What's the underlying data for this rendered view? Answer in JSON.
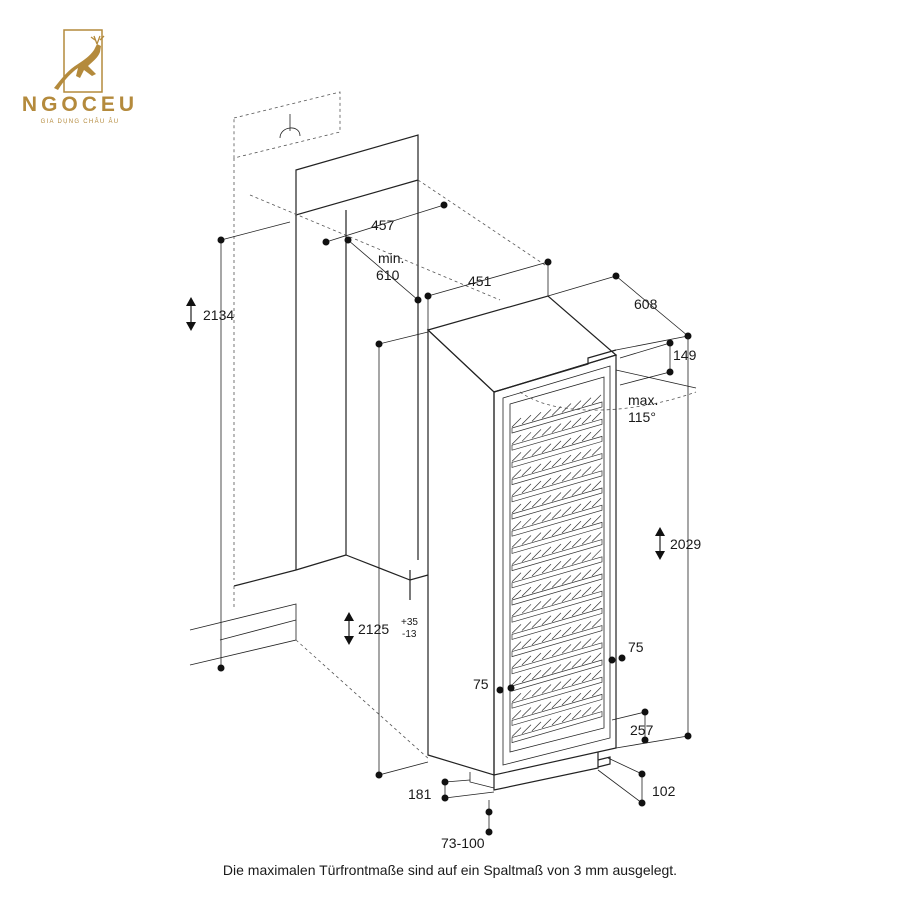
{
  "logo": {
    "name": "NGOCEU",
    "tagline": "GIA DỤNG CHÂU ÂU",
    "color": "#b48a3c"
  },
  "dimensions": {
    "niche_height": "2134",
    "duct_width": "457",
    "min_label": "min.",
    "min_value": "610",
    "cabinet_width": "451",
    "cabinet_depth": "608",
    "top_offset": "149",
    "door_angle_label": "max.",
    "door_angle_value": "115°",
    "cabinet_height": "2029",
    "door_height": "2125",
    "door_tol_plus": "+35",
    "door_tol_minus": "-13",
    "hinge_right": "75",
    "hinge_left": "75",
    "plinth_depth": "257",
    "foot_depth": "102",
    "plinth_height": "181",
    "foot_range": "73-100"
  },
  "caption": "Die maximalen Türfrontmaße sind auf ein Spaltmaß von 3 mm ausgelegt.",
  "icons": {
    "logo": "deer-icon",
    "arrows": "double-arrow-icon"
  }
}
